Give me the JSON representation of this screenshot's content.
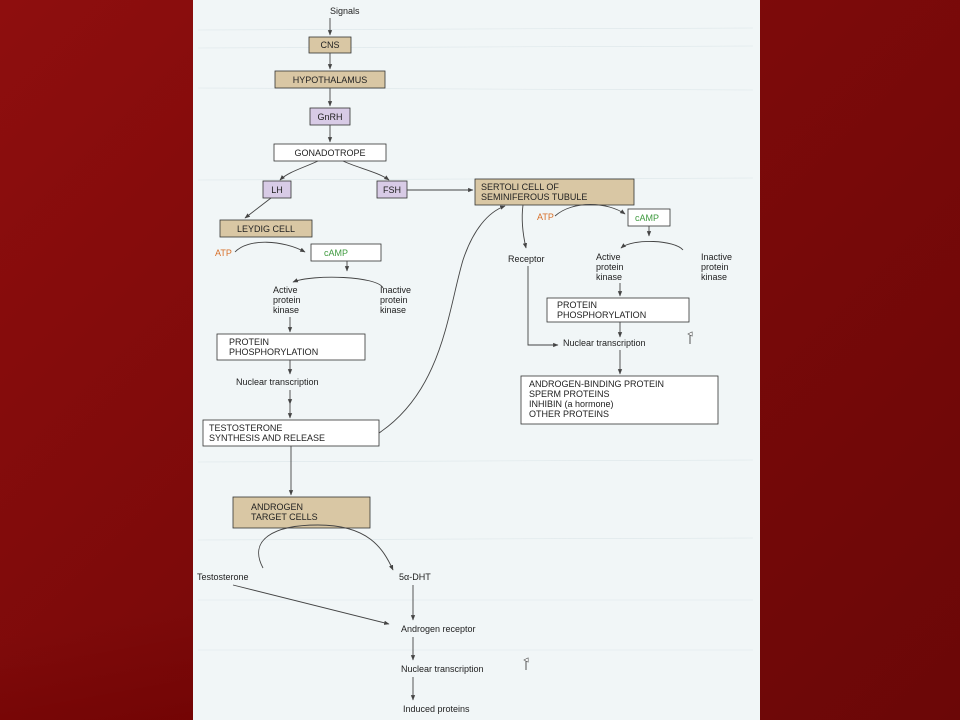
{
  "nodes": {
    "signals": "Signals",
    "cns": "CNS",
    "hypothalamus": "HYPOTHALAMUS",
    "gnrh": "GnRH",
    "gonadotrope": "GONADOTROPE",
    "lh": "LH",
    "fsh": "FSH",
    "leydig_cell": "LEYDIG CELL",
    "sertoli_line1": "SERTOLI CELL OF",
    "sertoli_line2": "SEMINIFEROUS TUBULE",
    "left_atp": "ATP",
    "left_camp": "cAMP",
    "left_active_1": "Active",
    "left_active_2": "protein",
    "left_active_3": "kinase",
    "left_inactive_1": "Inactive",
    "left_inactive_2": "protein",
    "left_inactive_3": "kinase",
    "left_phos_1": "PROTEIN",
    "left_phos_2": "PHOSPHORYLATION",
    "left_nuclear": "Nuclear transcription",
    "testo_synth_1": "TESTOSTERONE",
    "testo_synth_2": "SYNTHESIS AND RELEASE",
    "androgen_target_1": "ANDROGEN",
    "androgen_target_2": "TARGET CELLS",
    "testosterone": "Testosterone",
    "dht": "5α-DHT",
    "androgen_receptor": "Androgen receptor",
    "bottom_nuclear": "Nuclear transcription",
    "induced_proteins": "Induced proteins",
    "right_atp": "ATP",
    "right_camp": "cAMP",
    "receptor": "Receptor",
    "right_active_1": "Active",
    "right_active_2": "protein",
    "right_active_3": "kinase",
    "right_inactive_1": "Inactive",
    "right_inactive_2": "protein",
    "right_inactive_3": "kinase",
    "right_phos_1": "PROTEIN",
    "right_phos_2": "PHOSPHORYLATION",
    "right_nuclear": "Nuclear transcription",
    "proteins_1": "ANDROGEN-BINDING PROTEIN",
    "proteins_2": "SPERM PROTEINS",
    "proteins_3": "INHIBIN (a hormone)",
    "proteins_4": "OTHER PROTEINS"
  },
  "colors": {
    "slide_background": "#7a0a0a",
    "panel_background": "#f1f6f7",
    "tan_box": "#d9c7a4",
    "purple_box": "#d8cbe6",
    "atp_label": "#d8702a",
    "camp_label": "#3f9a3f"
  }
}
